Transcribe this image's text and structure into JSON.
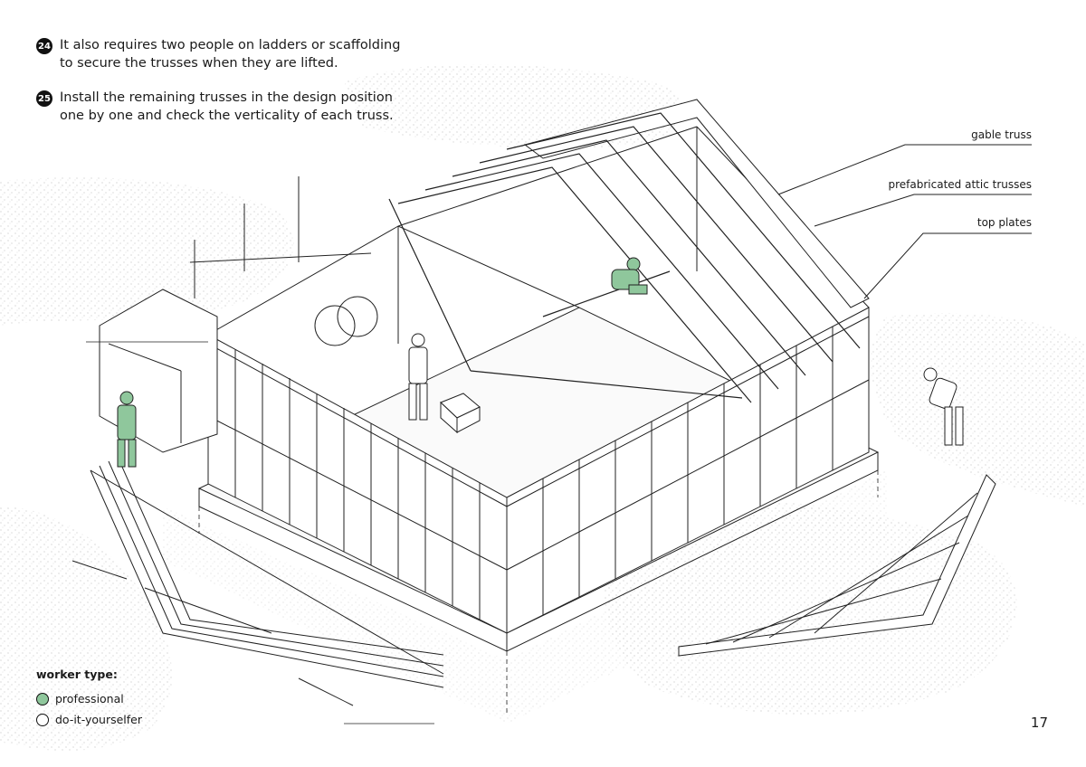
{
  "steps": [
    {
      "number": "24",
      "text": "It also requires two people on ladders or scaffolding\nto secure the trusses when they are lifted."
    },
    {
      "number": "25",
      "text": "Install the remaining trusses in the design position\none by one and check the verticality of each truss."
    }
  ],
  "callouts": {
    "gable_truss": "gable truss",
    "prefab_trusses": "prefabricated attic trusses",
    "top_plates": "top plates"
  },
  "legend": {
    "title": "worker type:",
    "items": [
      {
        "label": "professional",
        "color": "#8fc79c"
      },
      {
        "label": "do-it-yourselfer",
        "color": "#ffffff"
      }
    ]
  },
  "page_number": "17",
  "colors": {
    "professional": "#8fc79c",
    "line": "#222222",
    "stipple": "#9a9a9a"
  }
}
